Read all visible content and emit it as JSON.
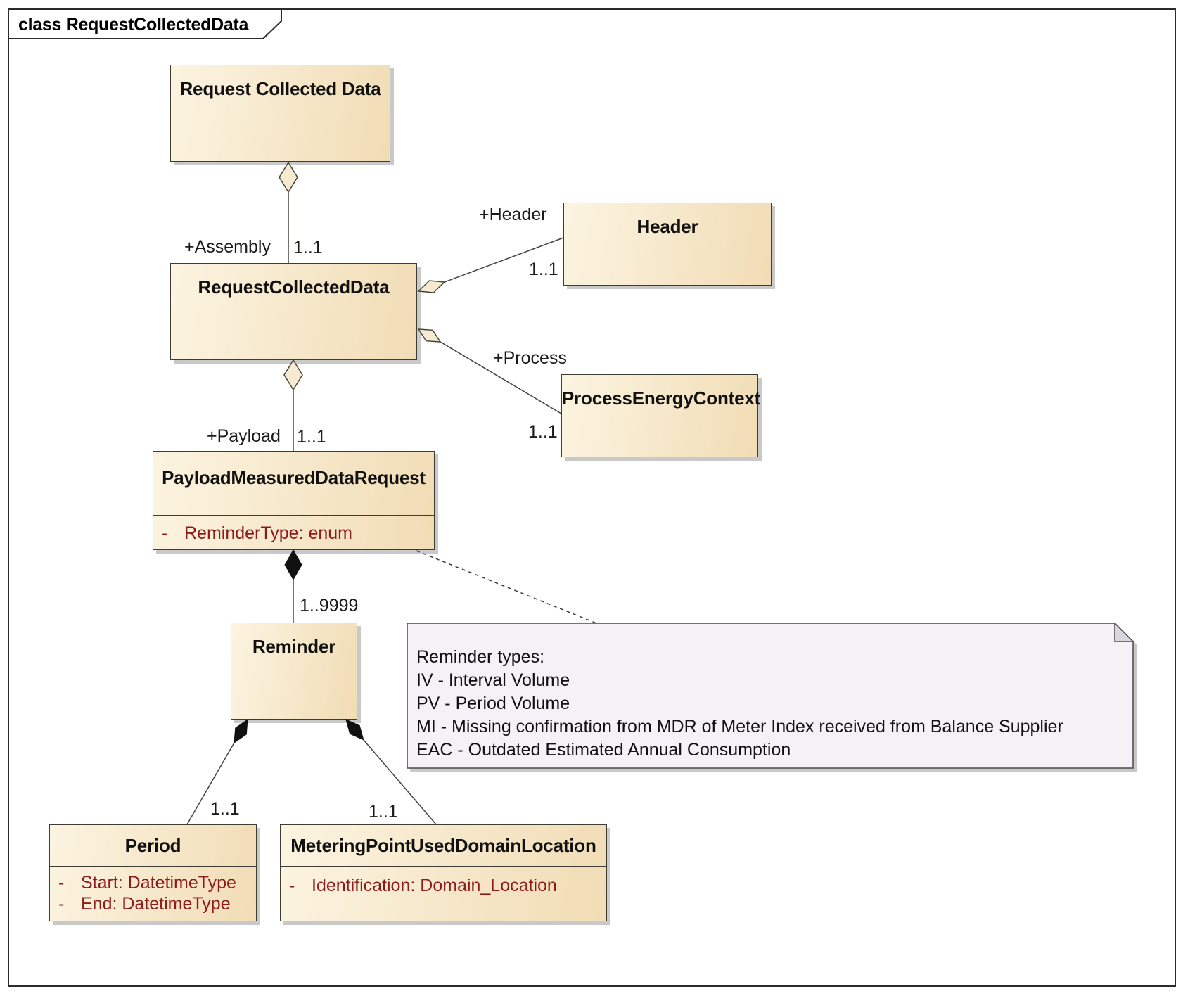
{
  "diagram_tab": {
    "title": "class RequestCollectedData"
  },
  "classes": {
    "request_collected_data_assembly": {
      "name": "Request Collected Data"
    },
    "request_collected_data": {
      "name": "RequestCollectedData"
    },
    "header": {
      "name": "Header"
    },
    "process_energy_context": {
      "name": "ProcessEnergyContext"
    },
    "payload_measured_data_request": {
      "name": "PayloadMeasuredDataRequest",
      "attributes": [
        {
          "visibility": "-",
          "text": "ReminderType: enum"
        }
      ]
    },
    "reminder": {
      "name": "Reminder"
    },
    "period": {
      "name": "Period",
      "attributes": [
        {
          "visibility": "-",
          "text": "Start: DatetimeType"
        },
        {
          "visibility": "-",
          "text": "End: DatetimeType"
        }
      ]
    },
    "metering_point_used_domain_location": {
      "name": "MeteringPointUsedDomainLocation",
      "attributes": [
        {
          "visibility": "-",
          "text": "Identification: Domain_Location"
        }
      ]
    }
  },
  "relations": {
    "assembly": {
      "role": "+Assembly",
      "multiplicity": "1..1"
    },
    "header": {
      "role": "+Header",
      "multiplicity": "1..1"
    },
    "process": {
      "role": "+Process",
      "multiplicity": "1..1"
    },
    "payload": {
      "role": "+Payload",
      "multiplicity": "1..1"
    },
    "reminder": {
      "multiplicity": "1..9999"
    },
    "period": {
      "multiplicity": "1..1"
    },
    "metering_point": {
      "multiplicity": "1..1"
    }
  },
  "note": {
    "lines": [
      "Reminder types:",
      "IV - Interval Volume",
      "PV - Period Volume",
      "MI - Missing confirmation from MDR of Meter Index received from Balance Supplier",
      "EAC - Outdated Estimated Annual Consumption"
    ]
  },
  "colors": {
    "class_fill_left": "#fcf4e1",
    "class_fill_right": "#f1dcb5",
    "attribute_text": "#8f1a1a",
    "note_fill": "#f4f2f6",
    "shadow": "#c9c9c9"
  }
}
